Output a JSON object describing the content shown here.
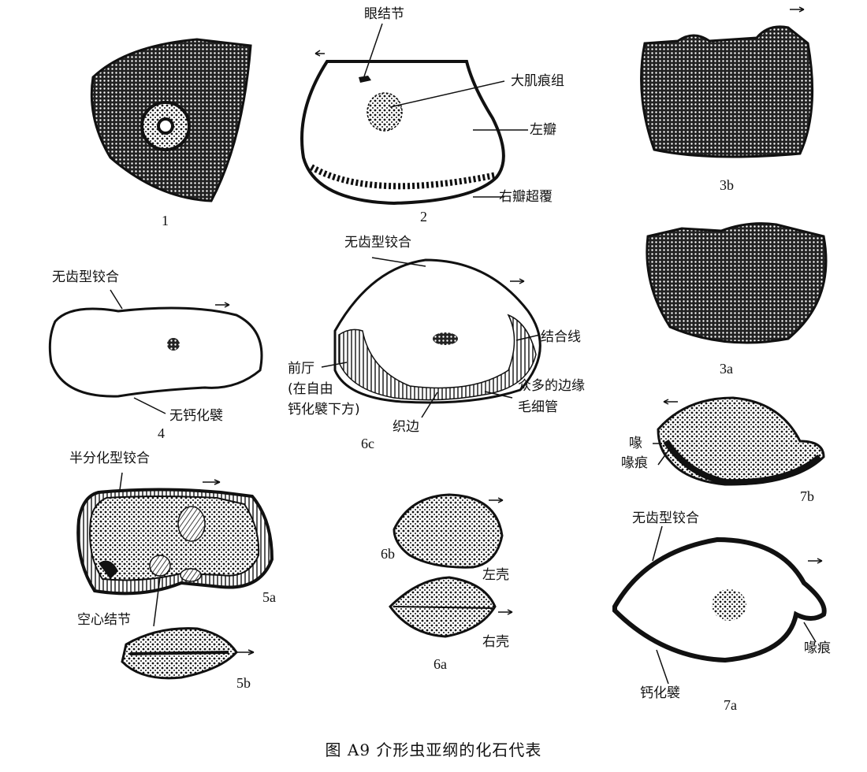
{
  "caption": "图 A9   介形虫亚纲的化石代表",
  "figures": {
    "f1": {
      "number": "1"
    },
    "f2": {
      "number": "2",
      "labels": {
        "eye_tubercle": "眼结节",
        "muscle_scar": "大肌痕组",
        "left_valve": "左瓣",
        "right_overlap": "右瓣超覆"
      }
    },
    "f3a": {
      "number": "3a"
    },
    "f3b": {
      "number": "3b"
    },
    "f4": {
      "number": "4",
      "labels": {
        "hinge": "无齿型铰合",
        "no_calc": "无钙化襞"
      }
    },
    "f5a": {
      "number": "5a",
      "labels": {
        "hinge": "半分化型铰合",
        "hollow_node": "空心结节"
      }
    },
    "f5b": {
      "number": "5b"
    },
    "f6a": {
      "number": "6a",
      "labels": {
        "right_shell": "右壳"
      }
    },
    "f6b": {
      "number": "6b",
      "labels": {
        "left_shell": "左壳"
      }
    },
    "f6c": {
      "number": "6c",
      "labels": {
        "hinge": "无齿型铰合",
        "junction_line": "结合线",
        "vestibule_1": "前厅",
        "vestibule_2": "(在自由",
        "vestibule_3": "钙化襞下方)",
        "selvage": "织边",
        "canals_1": "众多的边缘",
        "canals_2": "毛细管"
      }
    },
    "f7a": {
      "number": "7a",
      "labels": {
        "hinge": "无齿型铰合",
        "rostral_scar": "喙痕",
        "calc_fold": "钙化襞"
      }
    },
    "f7b": {
      "number": "7b",
      "labels": {
        "rostrum": "喙",
        "rostral_scar": "喙痕"
      }
    }
  }
}
